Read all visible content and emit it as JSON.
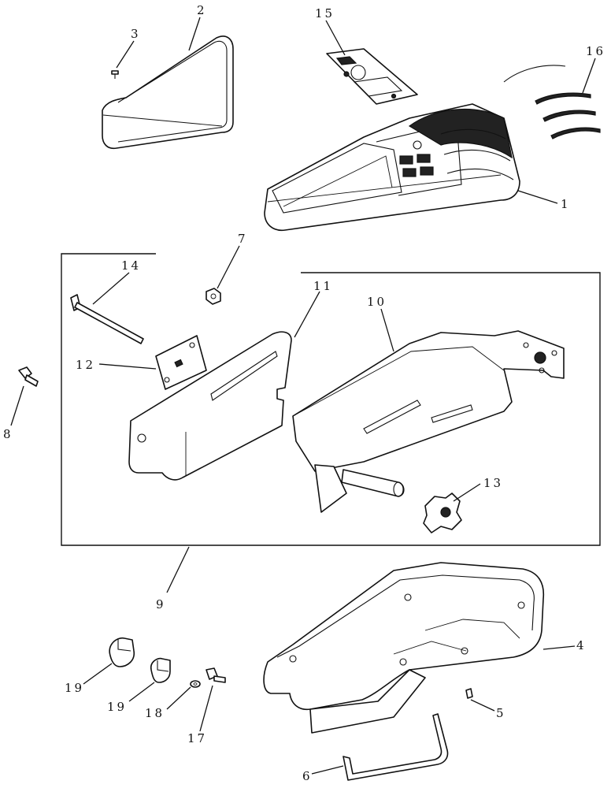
{
  "callouts": {
    "c1": "1",
    "c2": "2",
    "c3": "3",
    "c4": "4",
    "c5": "5",
    "c6": "6",
    "c7": "7",
    "c8": "8",
    "c9": "9",
    "c10": "10",
    "c11": "11",
    "c12": "12",
    "c13": "13",
    "c14": "14",
    "c15": "15",
    "c16": "16",
    "c17": "17",
    "c18": "18",
    "c19a": "19",
    "c19b": "19"
  },
  "colors": {
    "line": "#111111",
    "background": "#ffffff"
  }
}
